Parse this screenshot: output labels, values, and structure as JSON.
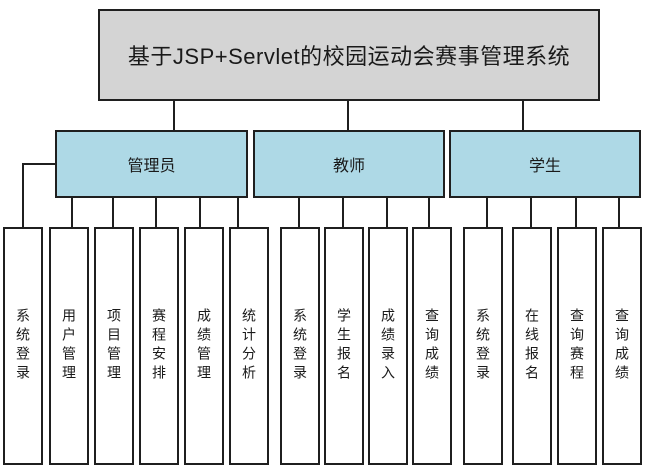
{
  "title": "基于JSP+Servlet的校园运动会赛事管理系统",
  "branches": [
    {
      "label": "管理员",
      "children": [
        "系统登录",
        "用户管理",
        "项目管理",
        "赛程安排",
        "成绩管理",
        "统计分析"
      ]
    },
    {
      "label": "教师",
      "children": [
        "系统登录",
        "学生报名",
        "成绩录入",
        "查询成绩"
      ]
    },
    {
      "label": "学生",
      "children": [
        "系统登录",
        "在线报名",
        "查询赛程",
        "查询成绩"
      ]
    }
  ],
  "colors": {
    "canvas_bg": "#ffffff",
    "title_bg": "#d4d4d4",
    "branch_bg": "#aed9e6",
    "leaf_bg": "#ffffff",
    "border": "#1f1f1f",
    "connector": "#1f1f1f",
    "text": "#1a1a1a"
  }
}
